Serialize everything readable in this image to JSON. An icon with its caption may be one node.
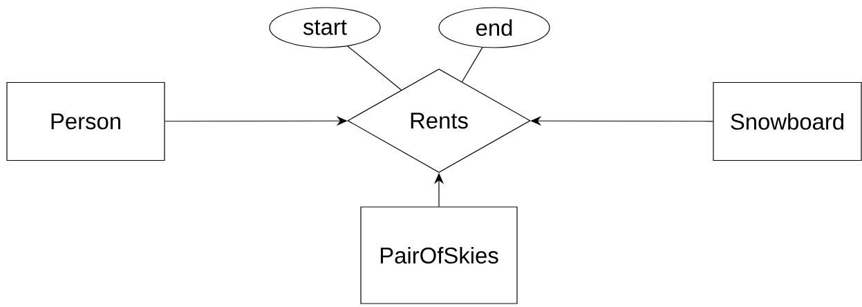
{
  "diagram": {
    "nodes": [
      {
        "text": [
          "Person"
        ]
      },
      {
        "text": [
          "Rents"
        ]
      },
      {
        "text": [
          "Snowboard"
        ]
      },
      {
        "text": [
          "PairOfSkies"
        ]
      },
      {
        "text": [
          "start"
        ]
      },
      {
        "text": [
          "end"
        ]
      }
    ],
    "edges": [
      {
        "from": 0,
        "to": 1,
        "arrow": "to"
      },
      {
        "from": 2,
        "to": 1,
        "arrow": "to"
      },
      {
        "from": 3,
        "to": 1,
        "arrow": "to"
      },
      {
        "from": 4,
        "to": 1,
        "arrow": "none"
      },
      {
        "from": 5,
        "to": 1,
        "arrow": "none"
      }
    ]
  }
}
